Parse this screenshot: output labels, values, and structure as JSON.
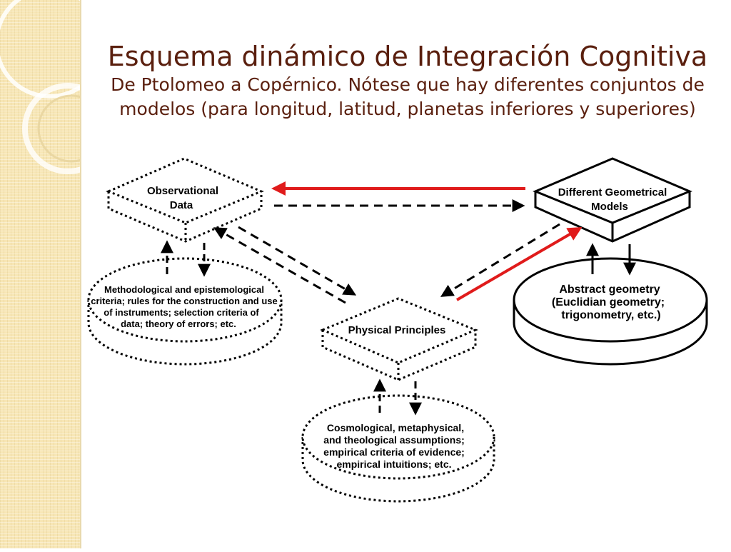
{
  "title": "Esquema dinámico de Integración Cognitiva",
  "subtitle_lines": [
    "De Ptolomeo a Copérnico. Nótese que hay diferentes conjuntos de",
    "modelos (para longitud, latitud, planetas inferiores y superiores)"
  ],
  "nodes": {
    "observational_data": [
      "Observational",
      "Data"
    ],
    "geometrical_models": [
      "Different Geometrical",
      "Models"
    ],
    "physical_principles": [
      "Physical Principles"
    ],
    "methodological_criteria": [
      "Methodological and epistemological",
      "criteria; rules for the construction and use",
      "of instruments; selection criteria of",
      "data; theory of errors; etc."
    ],
    "abstract_geometry": [
      "Abstract geometry",
      "(Euclidian geometry;",
      "trigonometry, etc.)"
    ],
    "cosmological_assumptions": [
      "Cosmological, metaphysical,",
      "and theological assumptions;",
      "empirical criteria of evidence;",
      "empirical intuitions; etc."
    ]
  },
  "colors": {
    "title": "#5a1f0e",
    "highlight_arrow": "#e01b1b",
    "side_strip": "#f7e6b5"
  }
}
